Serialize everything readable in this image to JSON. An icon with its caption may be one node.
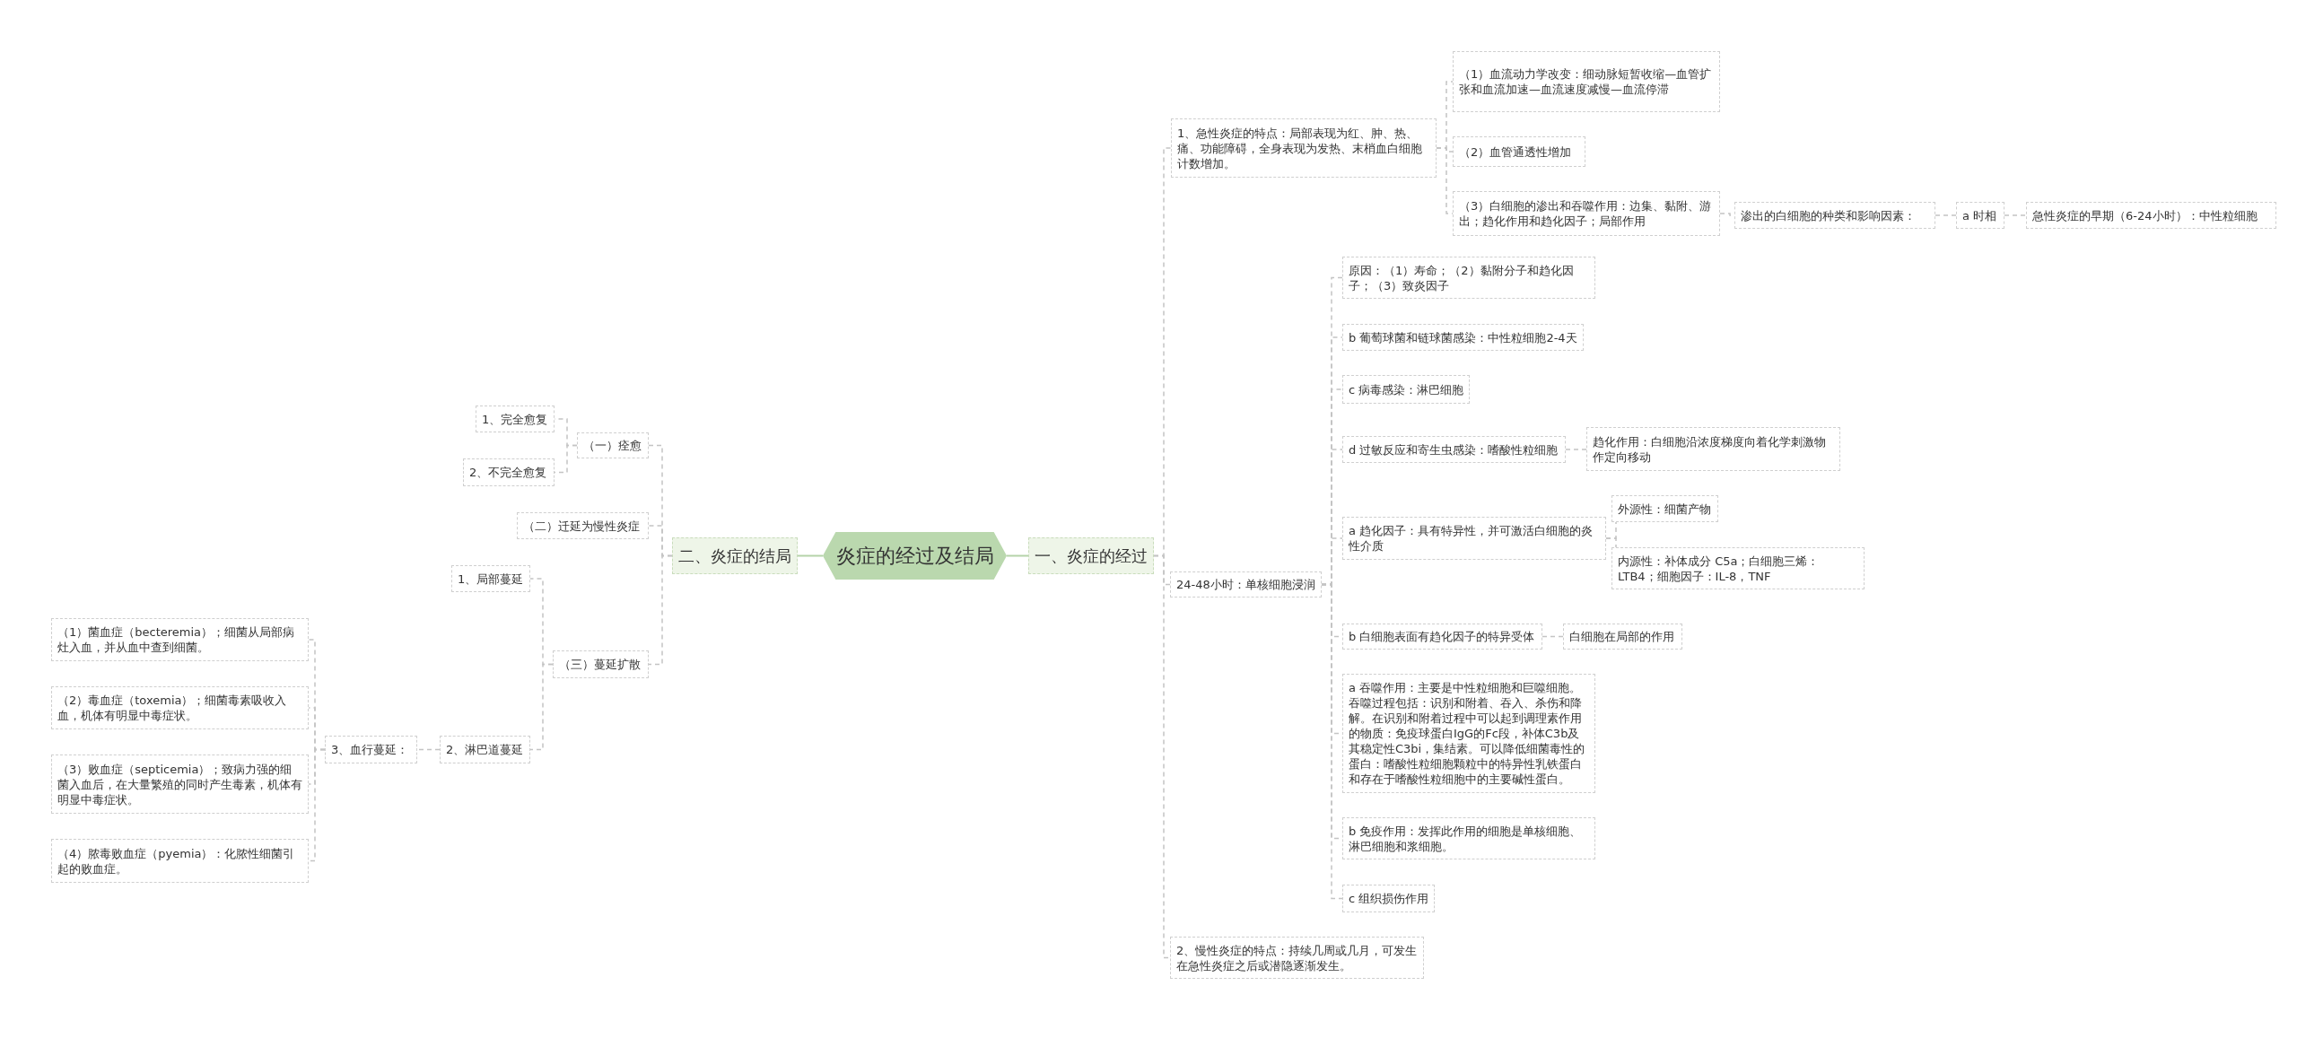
{
  "diagram": {
    "nodes": [
      {
        "text": [
          "炎症的经过及结局"
        ]
      },
      {
        "text": [
          "一、炎症的经过"
        ]
      },
      {
        "text": [
          "1、急性炎症的特点：局部表现为红、肿、热、痛、功能障碍，全身表现为发热、末梢血白细胞计数增加。"
        ]
      },
      {
        "text": [
          "（1）血流动力学改变：细动脉短暂收缩—血管扩张和血流加速—血流速度减慢—血流停滞"
        ]
      },
      {
        "text": [
          "（2）血管通透性增加"
        ]
      },
      {
        "text": [
          "（3）白细胞的渗出和吞噬作用：边集、黏附、游出；趋化作用和趋化因子；局部作用"
        ]
      },
      {
        "text": [
          "渗出的白细胞的种类和影响因素："
        ]
      },
      {
        "text": [
          "a 时相"
        ]
      },
      {
        "text": [
          "急性炎症的早期（6-24小时）：中性粒细胞"
        ]
      },
      {
        "text": [
          "24-48小时：单核细胞浸润"
        ]
      },
      {
        "text": [
          "原因：（1）寿命；（2）黏附分子和趋化因子；（3）致炎因子"
        ]
      },
      {
        "text": [
          "b 葡萄球菌和链球菌感染：中性粒细胞2-4天"
        ]
      },
      {
        "text": [
          "c 病毒感染：淋巴细胞"
        ]
      },
      {
        "text": [
          "d 过敏反应和寄生虫感染：嗜酸性粒细胞"
        ]
      },
      {
        "text": [
          "趋化作用：白细胞沿浓度梯度向着化学刺激物作定向移动"
        ]
      },
      {
        "text": [
          "a 趋化因子：具有特异性，并可激活白细胞的炎性介质"
        ]
      },
      {
        "text": [
          "外源性：细菌产物"
        ]
      },
      {
        "text": [
          "内源性：补体成分 C5a；白细胞三烯：LTB4；细胞因子：IL-8，TNF"
        ]
      },
      {
        "text": [
          "b 白细胞表面有趋化因子的特异受体"
        ]
      },
      {
        "text": [
          "白细胞在局部的作用"
        ]
      },
      {
        "text": [
          "a 吞噬作用：主要是中性粒细胞和巨噬细胞。吞噬过程包括：识别和附着、吞入、杀伤和降解。在识别和附着过程中可以起到调理素作用的物质：免疫球蛋白IgG的Fc段，补体C3b及其稳定性C3bi，集结素。可以降低细菌毒性的蛋白：嗜酸性粒细胞颗粒中的特异性乳铁蛋白和存在于嗜酸性粒细胞中的主要碱性蛋白。"
        ]
      },
      {
        "text": [
          "b 免疫作用：发挥此作用的细胞是单核细胞、淋巴细胞和浆细胞。"
        ]
      },
      {
        "text": [
          "c 组织损伤作用"
        ]
      },
      {
        "text": [
          "2、慢性炎症的特点：持续几周或几月，可发生在急性炎症之后或潜隐逐渐发生。"
        ]
      },
      {
        "text": [
          "二、炎症的结局"
        ]
      },
      {
        "text": [
          "（一）痊愈"
        ]
      },
      {
        "text": [
          "1、完全愈复"
        ]
      },
      {
        "text": [
          "2、不完全愈复"
        ]
      },
      {
        "text": [
          "（二）迁延为慢性炎症"
        ]
      },
      {
        "text": [
          "（三）蔓延扩散"
        ]
      },
      {
        "text": [
          "1、局部蔓延"
        ]
      },
      {
        "text": [
          "2、淋巴道蔓延"
        ]
      },
      {
        "text": [
          "3、血行蔓延："
        ]
      },
      {
        "text": [
          "（1）菌血症（becteremia）；细菌从局部病灶入血，并从血中查到细菌。"
        ]
      },
      {
        "text": [
          "（2）毒血症（toxemia）；细菌毒素吸收入血，机体有明显中毒症状。"
        ]
      },
      {
        "text": [
          "（3）败血症（septicemia）；致病力强的细菌入血后，在大量繁殖的同时产生毒素，机体有明显中毒症状。"
        ]
      },
      {
        "text": [
          "（4）脓毒败血症（pyemia）：化脓性细菌引起的败血症。"
        ]
      }
    ],
    "edges": [
      {
        "from": 0,
        "to": 1,
        "arrow": "none",
        "color": "#b5d3a8"
      },
      {
        "from": 1,
        "to": 2,
        "arrow": "none",
        "style": "dashed"
      },
      {
        "from": 2,
        "to": 3,
        "arrow": "none",
        "style": "dashed"
      },
      {
        "from": 2,
        "to": 4,
        "arrow": "none",
        "style": "dashed"
      },
      {
        "from": 2,
        "to": 5,
        "arrow": "none",
        "style": "dashed"
      },
      {
        "from": 5,
        "to": 6,
        "arrow": "none",
        "style": "dashed"
      },
      {
        "from": 6,
        "to": 7,
        "arrow": "none",
        "style": "dashed"
      },
      {
        "from": 7,
        "to": 8,
        "arrow": "none",
        "style": "dashed"
      },
      {
        "from": 1,
        "to": 9,
        "arrow": "none",
        "style": "dashed"
      },
      {
        "from": 9,
        "to": 10,
        "arrow": "none",
        "style": "dashed"
      },
      {
        "from": 9,
        "to": 11,
        "arrow": "none",
        "style": "dashed"
      },
      {
        "from": 9,
        "to": 12,
        "arrow": "none",
        "style": "dashed"
      },
      {
        "from": 9,
        "to": 13,
        "arrow": "none",
        "style": "dashed"
      },
      {
        "from": 13,
        "to": 14,
        "arrow": "none",
        "style": "dashed"
      },
      {
        "from": 9,
        "to": 15,
        "arrow": "none",
        "style": "dashed"
      },
      {
        "from": 15,
        "to": 16,
        "arrow": "none",
        "style": "dashed"
      },
      {
        "from": 15,
        "to": 17,
        "arrow": "none",
        "style": "dashed"
      },
      {
        "from": 9,
        "to": 18,
        "arrow": "none",
        "style": "dashed"
      },
      {
        "from": 18,
        "to": 19,
        "arrow": "none",
        "style": "dashed"
      },
      {
        "from": 9,
        "to": 20,
        "arrow": "none",
        "style": "dashed"
      },
      {
        "from": 9,
        "to": 21,
        "arrow": "none",
        "style": "dashed"
      },
      {
        "from": 9,
        "to": 22,
        "arrow": "none",
        "style": "dashed"
      },
      {
        "from": 1,
        "to": 23,
        "arrow": "none",
        "style": "dashed"
      },
      {
        "from": 0,
        "to": 24,
        "arrow": "none",
        "color": "#b5d3a8"
      },
      {
        "from": 24,
        "to": 25,
        "arrow": "none",
        "style": "dashed"
      },
      {
        "from": 25,
        "to": 26,
        "arrow": "none",
        "style": "dashed"
      },
      {
        "from": 25,
        "to": 27,
        "arrow": "none",
        "style": "dashed"
      },
      {
        "from": 24,
        "to": 28,
        "arrow": "none",
        "style": "dashed"
      },
      {
        "from": 24,
        "to": 29,
        "arrow": "none",
        "style": "dashed"
      },
      {
        "from": 29,
        "to": 30,
        "arrow": "none",
        "style": "dashed"
      },
      {
        "from": 29,
        "to": 31,
        "arrow": "none",
        "style": "dashed"
      },
      {
        "from": 31,
        "to": 32,
        "arrow": "none",
        "style": "dashed"
      },
      {
        "from": 32,
        "to": 33,
        "arrow": "none",
        "style": "dashed"
      },
      {
        "from": 32,
        "to": 34,
        "arrow": "none",
        "style": "dashed"
      },
      {
        "from": 32,
        "to": 35,
        "arrow": "none",
        "style": "dashed"
      },
      {
        "from": 32,
        "to": 36,
        "arrow": "none",
        "style": "dashed"
      }
    ]
  }
}
